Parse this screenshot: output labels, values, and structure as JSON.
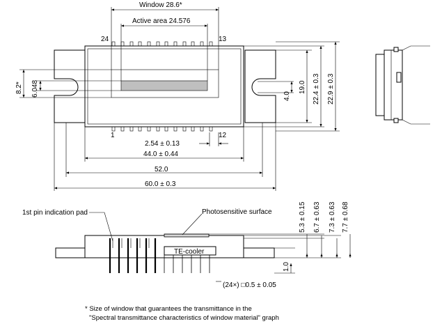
{
  "top_view": {
    "window_label": "Window 28.6*",
    "active_label": "Active area 24.576",
    "pin_24": "24",
    "pin_13": "13",
    "pin_1": "1",
    "pin_12": "12",
    "dim_pitch": "2.54 ± 0.13",
    "dim_44": "44.0 ± 0.44",
    "dim_52": "52.0",
    "dim_60": "60.0 ± 0.3",
    "dim_82": "8.2*",
    "dim_6048": "6.048",
    "dim_40": "4.0",
    "dim_190": "19.0",
    "dim_224": "22.4 ± 0.3",
    "dim_229": "22.9 ± 0.3"
  },
  "side_view": {
    "pin1_label": "1st pin indication pad",
    "photosensitive_label": "Photosensitive surface",
    "tecooler_label": "TE-cooler",
    "pin_spec": "(24×) □0.5 ± 0.05",
    "dim_53": "5.3 ± 0.15",
    "dim_67": "6.7 ± 0.63",
    "dim_73": "7.3 ± 0.63",
    "dim_77": "7.7 ± 0.68",
    "dim_10": "1.0"
  },
  "footnote": {
    "line1": "* Size of window that guarantees the transmittance in the",
    "line2": "\"Spectral transmittance characteristics of window material\" graph"
  }
}
